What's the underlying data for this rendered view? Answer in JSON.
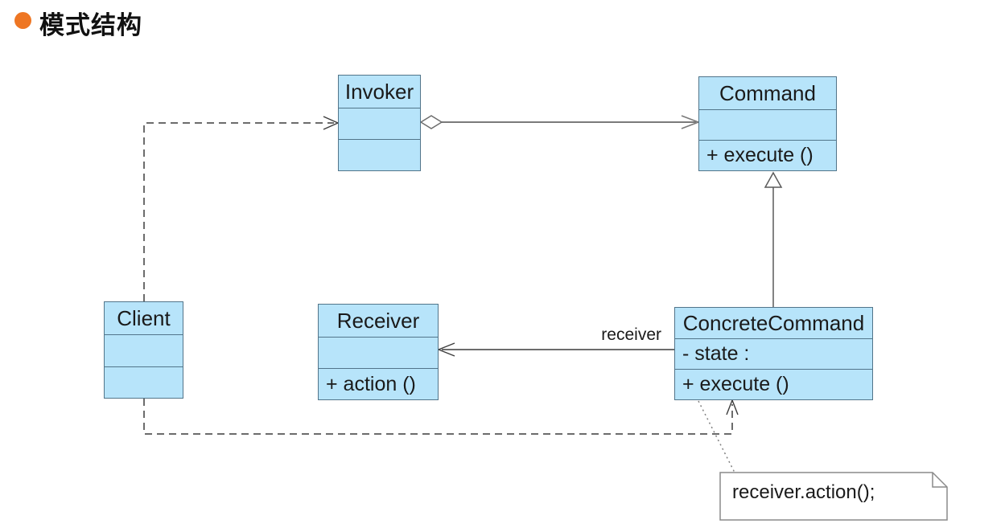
{
  "page": {
    "title": "模式结构",
    "bullet_color": "#EE7623",
    "background": "#FFFFFF"
  },
  "diagram": {
    "colors": {
      "class_fill": "#B7E4FA",
      "class_border": "#52758A",
      "note_fill": "#FFFFFF",
      "connector_dark": "#3C3C3C",
      "connector_gray": "#7A7A7A",
      "text": "#1A1A1A"
    },
    "classes": [
      {
        "id": "invoker",
        "name": "Invoker",
        "attributes": "",
        "methods": ""
      },
      {
        "id": "command",
        "name": "Command",
        "attributes": "",
        "methods": "+  execute ()"
      },
      {
        "id": "client",
        "name": "Client",
        "attributes": "",
        "methods": ""
      },
      {
        "id": "receiver",
        "name": "Receiver",
        "attributes": "",
        "methods": "+  action ()"
      },
      {
        "id": "concrete_command",
        "name": "ConcreteCommand",
        "attributes": "-  state :",
        "methods": "+  execute ()"
      }
    ],
    "relationships": [
      {
        "from": "Client",
        "to": "Invoker",
        "type": "dependency",
        "style": "dashed-open-arrow"
      },
      {
        "from": "Client",
        "to": "ConcreteCommand",
        "type": "dependency",
        "style": "dashed-open-arrow"
      },
      {
        "from": "Invoker",
        "to": "Command",
        "type": "aggregation",
        "style": "hollow-diamond-open-arrow"
      },
      {
        "from": "ConcreteCommand",
        "to": "Command",
        "type": "generalization",
        "style": "hollow-triangle"
      },
      {
        "from": "ConcreteCommand",
        "to": "Receiver",
        "type": "association",
        "style": "open-arrow",
        "label": "receiver"
      },
      {
        "from": "ConcreteCommand",
        "to": "note",
        "type": "note-anchor",
        "style": "dotted"
      }
    ],
    "labels": {
      "receiver_role": "receiver"
    },
    "note": {
      "text": "receiver.action();"
    }
  }
}
